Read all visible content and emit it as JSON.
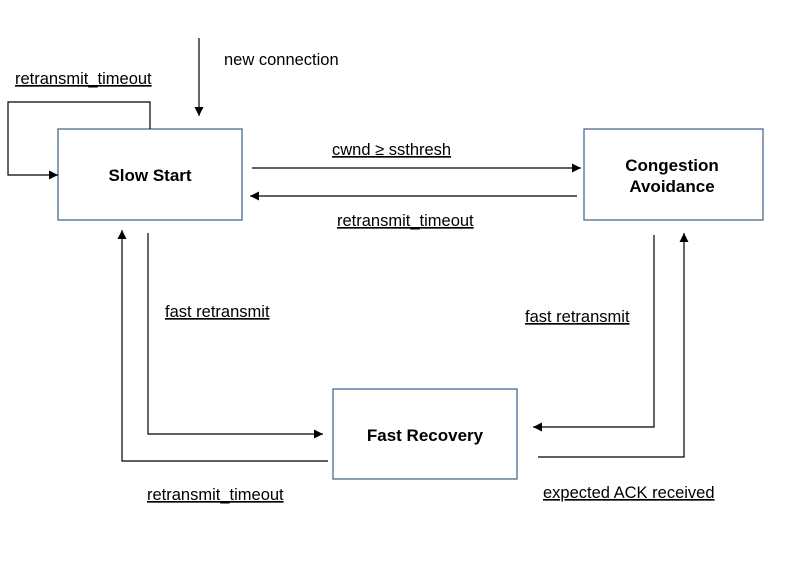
{
  "states": {
    "slow_start": "Slow Start",
    "congestion_avoidance_line1": "Congestion",
    "congestion_avoidance_line2": "Avoidance",
    "fast_recovery": "Fast Recovery"
  },
  "transitions": {
    "new_connection": "new connection",
    "ss_self_timeout": "retransmit_timeout",
    "ss_to_ca": "cwnd ≥ ssthresh",
    "ca_to_ss": "retransmit_timeout",
    "ss_to_fr": "fast retransmit",
    "ca_to_fr": "fast retransmit",
    "fr_to_ss": "retransmit_timeout",
    "fr_to_ca": "expected ACK received"
  }
}
